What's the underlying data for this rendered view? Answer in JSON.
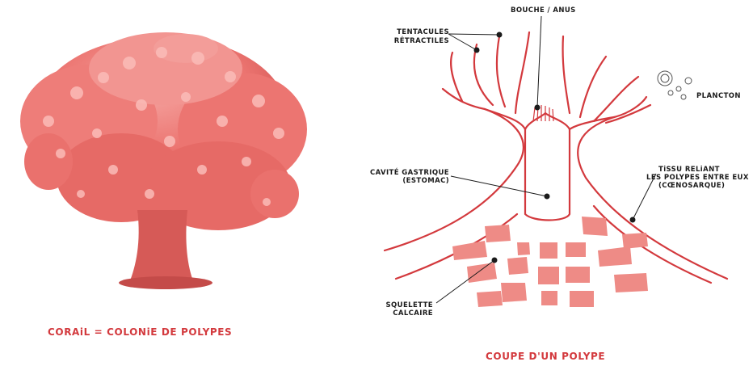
{
  "coral_caption": "CORAiL = COLONiE DE POLYPES",
  "diagram_caption": "COUPE D'UN POLYPE",
  "labels": {
    "mouth": "BOUCHE / ANUS",
    "tentacles_1": "TENTACULES",
    "tentacles_2": "RÉTRACTILES",
    "plankton": "PLANCTON",
    "gastric_1": "CAVITÉ GASTRIQUE",
    "gastric_2": "(ESTOMAC)",
    "tissue_1": "TiSSU RELiANT",
    "tissue_2": "LES POLYPES ENTRE EUX",
    "tissue_3": "(CŒNOSARQUE)",
    "skeleton_1": "SQUELETTE",
    "skeleton_2": "CALCAIRE"
  },
  "colors": {
    "coral_light": "#f08a87",
    "coral_mid": "#e8635f",
    "coral_dark": "#c94a48",
    "outline": "#d3393d",
    "skeleton": "#ee8b86",
    "text": "#1b1b1b"
  }
}
